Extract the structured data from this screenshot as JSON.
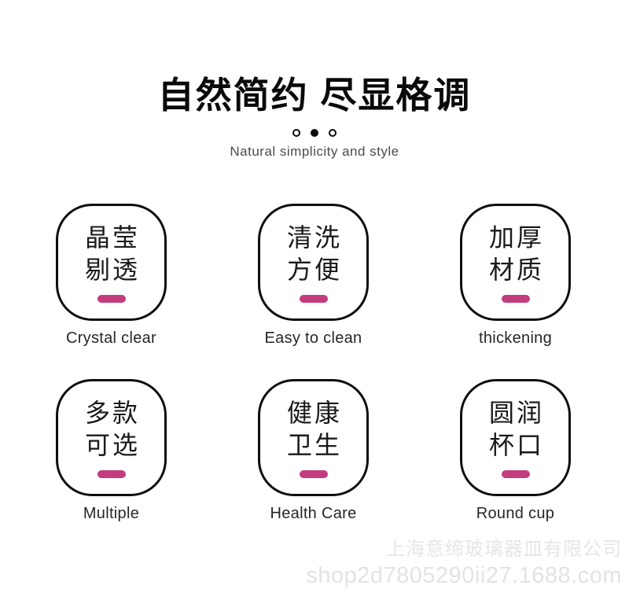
{
  "header": {
    "title": "自然简约 尽显格调",
    "subtitle": "Natural simplicity and style"
  },
  "features": [
    {
      "line1": "晶莹",
      "line2": "剔透",
      "caption": "Crystal clear"
    },
    {
      "line1": "清洗",
      "line2": "方便",
      "caption": "Easy to clean"
    },
    {
      "line1": "加厚",
      "line2": "材质",
      "caption": "thickening"
    },
    {
      "line1": "多款",
      "line2": "可选",
      "caption": "Multiple"
    },
    {
      "line1": "健康",
      "line2": "卫生",
      "caption": "Health Care"
    },
    {
      "line1": "圆润",
      "line2": "杯口",
      "caption": "Round cup"
    }
  ],
  "watermark": {
    "company": "上海意缔玻璃器皿有限公司",
    "url": "shop2d7805290ii27.1688.com"
  },
  "colors": {
    "accent": "#c23d7e",
    "title_color": "#0a0a0a",
    "watermark_color": "#e5e5e5"
  }
}
